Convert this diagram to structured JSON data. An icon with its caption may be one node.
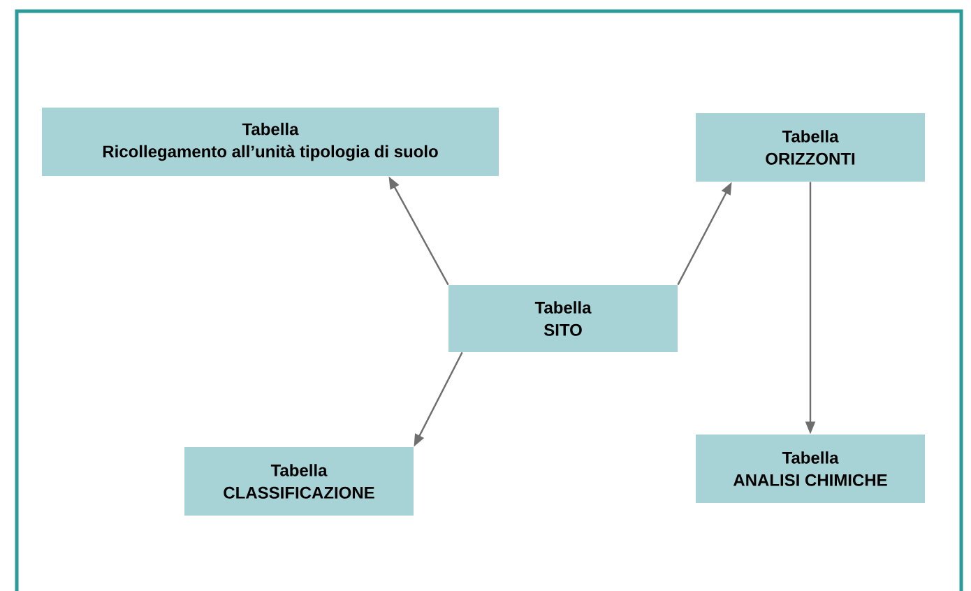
{
  "diagram": {
    "nodes": [
      {
        "text": [
          "Tabella",
          "Ricollegamento all’unità tipologia di suolo"
        ]
      },
      {
        "text": [
          "Tabella",
          "ORIZZONTI"
        ]
      },
      {
        "text": [
          "Tabella",
          "SITO"
        ]
      },
      {
        "text": [
          "Tabella",
          "CLASSIFICAZIONE"
        ]
      },
      {
        "text": [
          "Tabella",
          "ANALISI CHIMICHE"
        ]
      }
    ],
    "edges": [
      {
        "from": 2,
        "to": 0,
        "arrow": "to"
      },
      {
        "from": 2,
        "to": 1,
        "arrow": "to"
      },
      {
        "from": 2,
        "to": 3,
        "arrow": "to"
      },
      {
        "from": 1,
        "to": 4,
        "arrow": "to"
      }
    ]
  }
}
